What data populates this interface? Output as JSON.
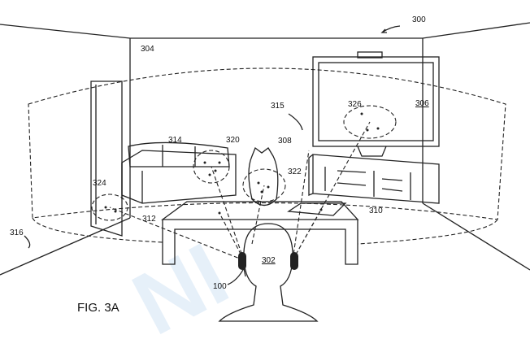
{
  "figure": {
    "caption": "FIG. 3A",
    "labels": {
      "environment": "300",
      "boundary": "304",
      "display_device": "306",
      "room_space": "315",
      "display_region": "326",
      "couch": "314",
      "couch_region": "320",
      "toy": "308",
      "toy_region": "322",
      "door_region": "324",
      "table": "312",
      "tablet": "310",
      "field_of_view": "316",
      "user": "302",
      "headset": "100"
    }
  }
}
